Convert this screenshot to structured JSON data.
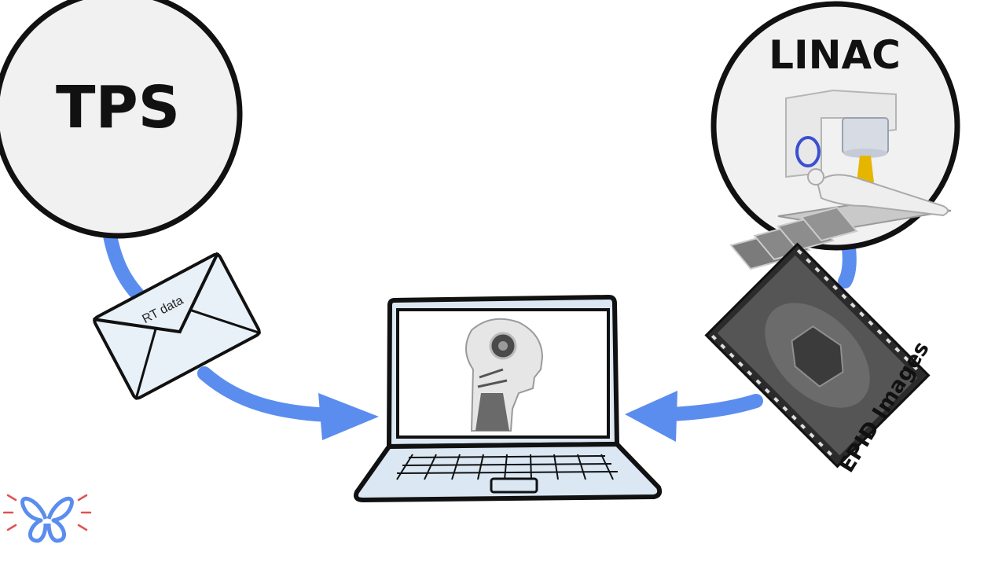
{
  "nodes": {
    "tps": {
      "label": "TPS"
    },
    "linac": {
      "label": "LINAC"
    }
  },
  "envelope": {
    "label": "RT data"
  },
  "film": {
    "label": "EPID Images"
  },
  "colors": {
    "arrow": "#5b8def",
    "circle_fill": "#f1f1f1",
    "outline": "#111111",
    "laptop_fill": "#dbe7f3",
    "envelope_fill": "#e9f1f8",
    "film_fill": "#2b2b2b",
    "logo": "#5b8def",
    "logo_rays": "#e05252"
  },
  "icons": {
    "robot": "robot-head-icon",
    "linac_machine": "linac-machine-icon",
    "logo": "butterfly-logo-icon"
  }
}
